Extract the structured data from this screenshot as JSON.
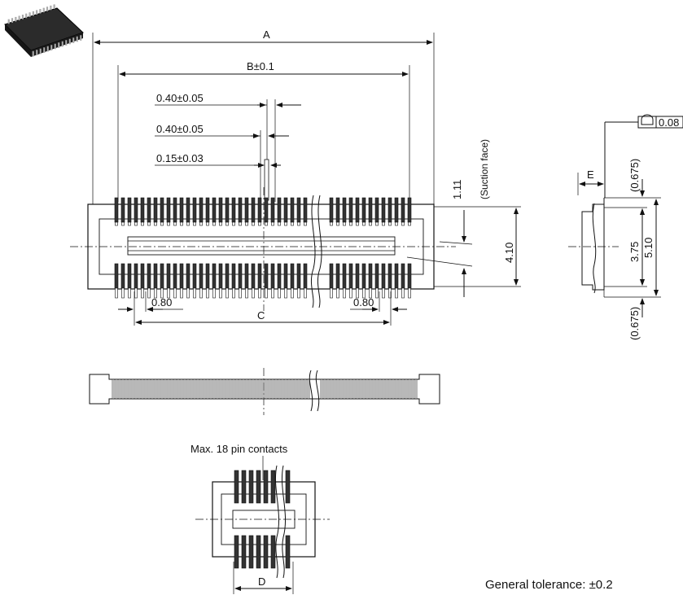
{
  "dims": {
    "A": "A",
    "B": "B±0.1",
    "pitch1": "0.40±0.05",
    "pitch2": "0.40±0.05",
    "width": "0.15±0.03",
    "suction_height": "1.11",
    "suction_label": "(Suction face)",
    "height_410": "4.10",
    "left_080": "0.80",
    "right_080": "0.80",
    "C": "C",
    "E": "E",
    "flatness": "0.08",
    "top_0675": "(0.675)",
    "mid_375": "3.75",
    "total_510": "5.10",
    "bot_0675": "(0.675)",
    "D": "D"
  },
  "labels": {
    "max_pins": "Max. 18 pin contacts",
    "tolerance": "General tolerance: ±0.2"
  },
  "colors": {
    "line": "#111111",
    "pin_fill": "#333333",
    "chip_body": "#2b2b2b"
  }
}
